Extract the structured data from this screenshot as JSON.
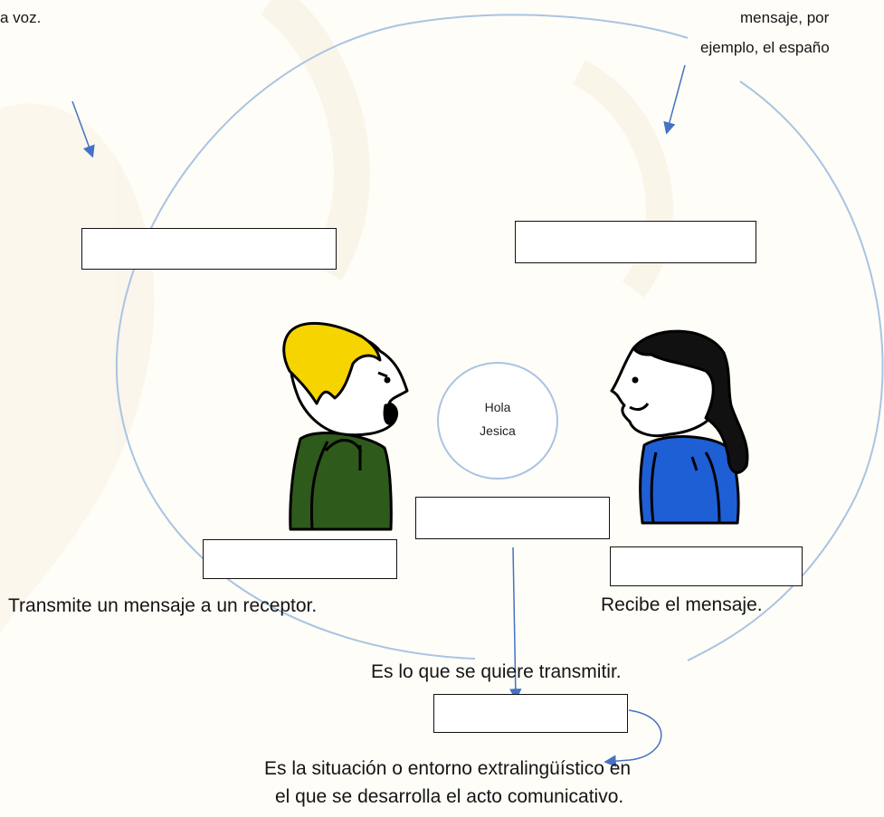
{
  "top_left_text": "a voz.",
  "top_right_text": {
    "line1": "mensaje, por",
    "line2": "ejemplo, el españo"
  },
  "speech_bubble": {
    "line1": "Hola",
    "line2": "Jesica"
  },
  "captions": {
    "emisor": "Transmite un mensaje a un receptor.",
    "receptor": "Recibe el mensaje.",
    "mensaje": "Es lo que se quiere transmitir.",
    "contexto_line1": "Es la situación o entorno extralingüístico en",
    "contexto_line2": "el que se desarrolla el acto comunicativo."
  },
  "colors": {
    "circle": "#a9c4e2",
    "arrow": "#4472c4",
    "boy_hair": "#f5d400",
    "boy_shirt": "#2e5a1c",
    "girl_hair": "#111111",
    "girl_shirt": "#1f5fd6"
  }
}
